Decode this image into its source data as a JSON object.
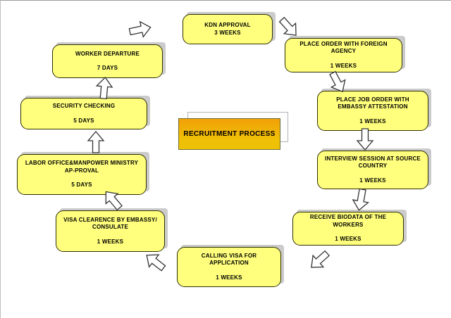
{
  "diagram": {
    "title": "RECRUITMENT PROCESS",
    "type": "circular process flow"
  },
  "center": {
    "label": "RECRUITMENT PROCESS"
  },
  "steps": [
    {
      "id": "kdn-approval",
      "title": "KDN APPROVAL",
      "duration": "3 WEEKS"
    },
    {
      "id": "place-order-foreign-agency",
      "title": "PLACE ORDER WITH FOREIGN AGENCY",
      "duration": "1 WEEKS"
    },
    {
      "id": "place-job-order-embassy-attestation",
      "title": "PLACE JOB ORDER WITH EMBASSY ATTESTATION",
      "duration": "1 WEEKS"
    },
    {
      "id": "interview-session-source-country",
      "title": "INTERVIEW SESSION AT SOURCE COUNTRY",
      "duration": "1 WEEKS"
    },
    {
      "id": "receive-biodata-workers",
      "title": "RECEIVE BIODATA OF THE WORKERS",
      "duration": "1 WEEKS"
    },
    {
      "id": "calling-visa-application",
      "title": "CALLING VISA FOR APPLICATION",
      "duration": "1 WEEKS"
    },
    {
      "id": "visa-clearence-embassy-consulate",
      "title": "VISA CLEARENCE BY EMBASSY/ CONSULATE",
      "duration": "1 WEEKS"
    },
    {
      "id": "labor-office-manpower-ministry-approval",
      "title": "LABOR OFFICE&MANPOWER MINISTRY AP-PROVAL",
      "duration": "5 DAYS"
    },
    {
      "id": "security-checking",
      "title": "SECURITY CHECKING",
      "duration": "5 DAYS"
    },
    {
      "id": "worker-departure",
      "title": "WORKER DEPARTURE",
      "duration": "7 DAYS"
    }
  ],
  "arrows": [
    {
      "name": "arrow-worker-departure-to-kdn-approval",
      "direction": "right"
    },
    {
      "name": "arrow-kdn-approval-to-place-order",
      "direction": "down-right"
    },
    {
      "name": "arrow-place-order-to-place-job-order",
      "direction": "down-right"
    },
    {
      "name": "arrow-place-job-order-to-interview-session",
      "direction": "down"
    },
    {
      "name": "arrow-interview-session-to-receive-biodata",
      "direction": "down"
    },
    {
      "name": "arrow-receive-biodata-to-calling-visa",
      "direction": "down-left"
    },
    {
      "name": "arrow-calling-visa-to-visa-clearence",
      "direction": "up-left"
    },
    {
      "name": "arrow-visa-clearence-to-labor-office",
      "direction": "up-left"
    },
    {
      "name": "arrow-labor-office-to-security-checking",
      "direction": "up"
    },
    {
      "name": "arrow-security-checking-to-worker-departure",
      "direction": "up"
    }
  ],
  "colors": {
    "step_fill": "#FFFF7D",
    "step_border": "#2e2e00",
    "step_shadow": "#cbcbcb",
    "center_gradient_top": "#F1A007",
    "center_gradient_bottom": "#EFC106",
    "arrow_fill": "#FFFFFF",
    "arrow_stroke": "#333333",
    "text": "#000000",
    "background": "#FFFFFF"
  }
}
